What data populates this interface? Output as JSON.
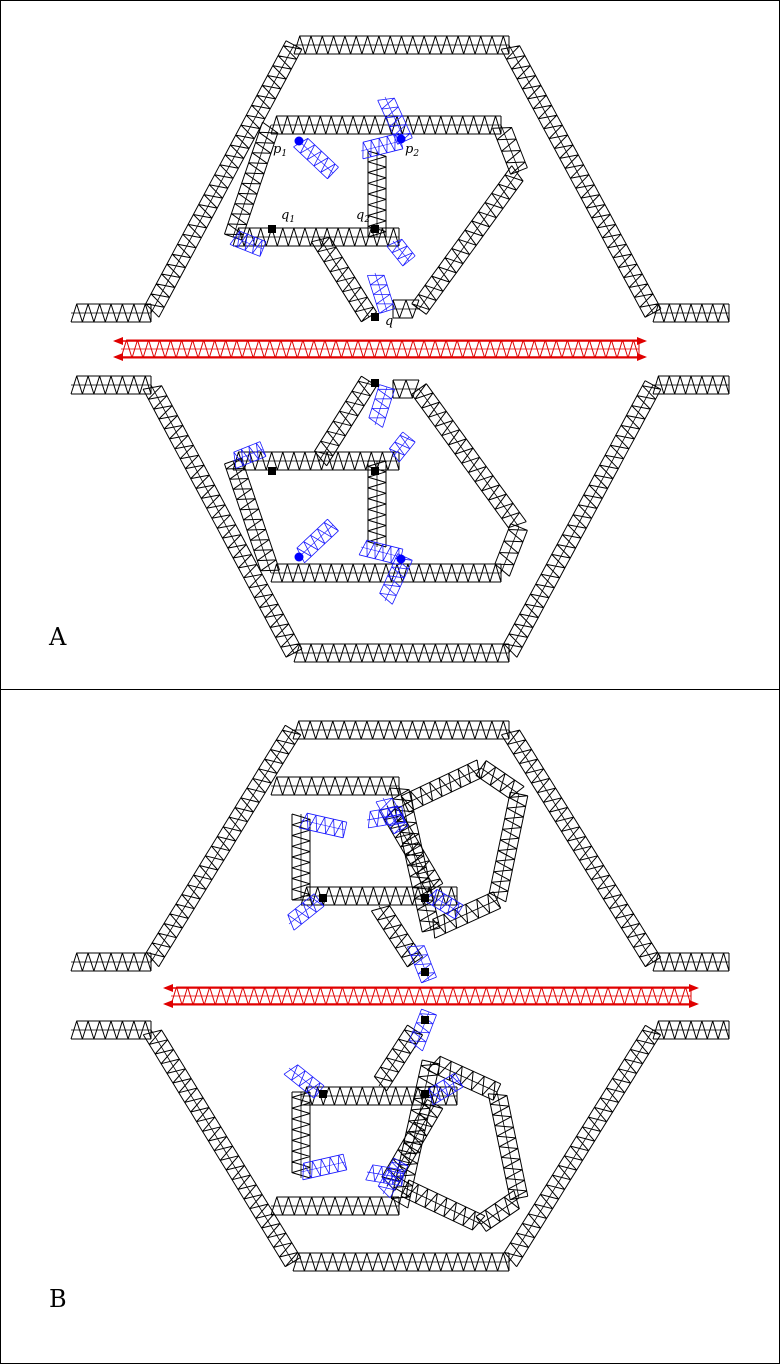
{
  "panels": [
    {
      "id": "A",
      "label": "A",
      "point_labels": {
        "p1": {
          "base": "p",
          "sub": "1"
        },
        "p2": {
          "base": "p",
          "sub": "2"
        },
        "q1": {
          "base": "q",
          "sub": "1"
        },
        "q2": {
          "base": "q",
          "sub": "2"
        },
        "q": {
          "base": "q",
          "sub": ""
        }
      }
    },
    {
      "id": "B",
      "label": "B"
    }
  ],
  "colors": {
    "structure": "#000000",
    "hinge": "#1a1aff",
    "bar": "#e00000",
    "marker_square": "#000000",
    "marker_dot": "#0000ff"
  }
}
